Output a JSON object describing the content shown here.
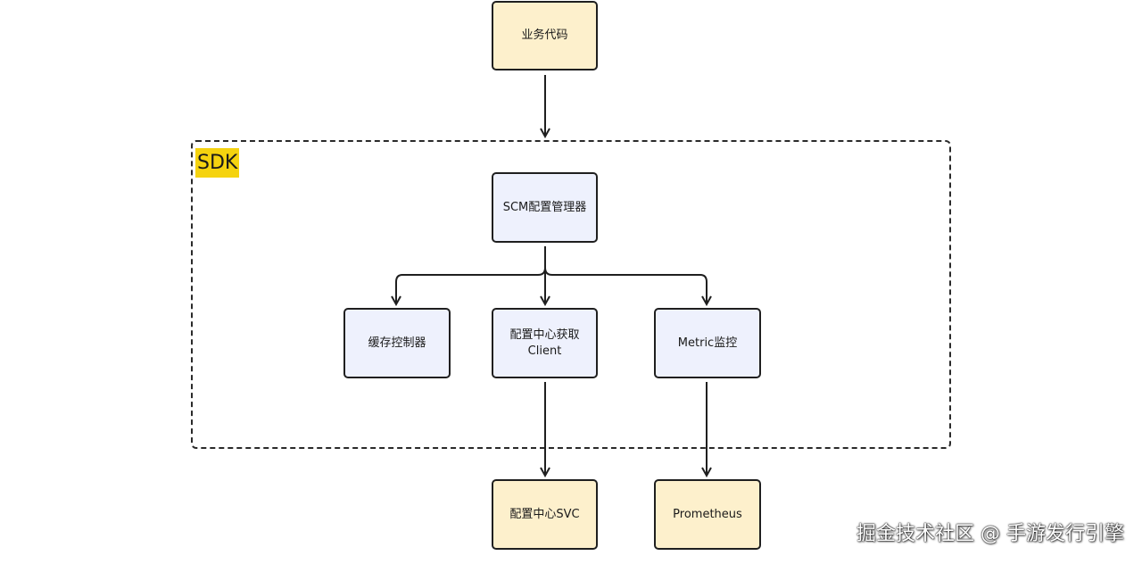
{
  "diagram": {
    "group_label": "SDK",
    "nodes": {
      "business_code": "业务代码",
      "scm_manager": "SCM配置管理器",
      "cache_controller": "缓存控制器",
      "config_client": "配置中心获取\nClient",
      "metric_monitor": "Metric监控",
      "config_svc": "配置中心SVC",
      "prometheus": "Prometheus"
    },
    "colors": {
      "external_fill": "#fdf0cc",
      "internal_fill": "#eef1fd",
      "group_label_bg": "#f5d30f",
      "stroke": "#1f1f1f"
    }
  },
  "watermark": "掘金技术社区 @ 手游发行引擎"
}
